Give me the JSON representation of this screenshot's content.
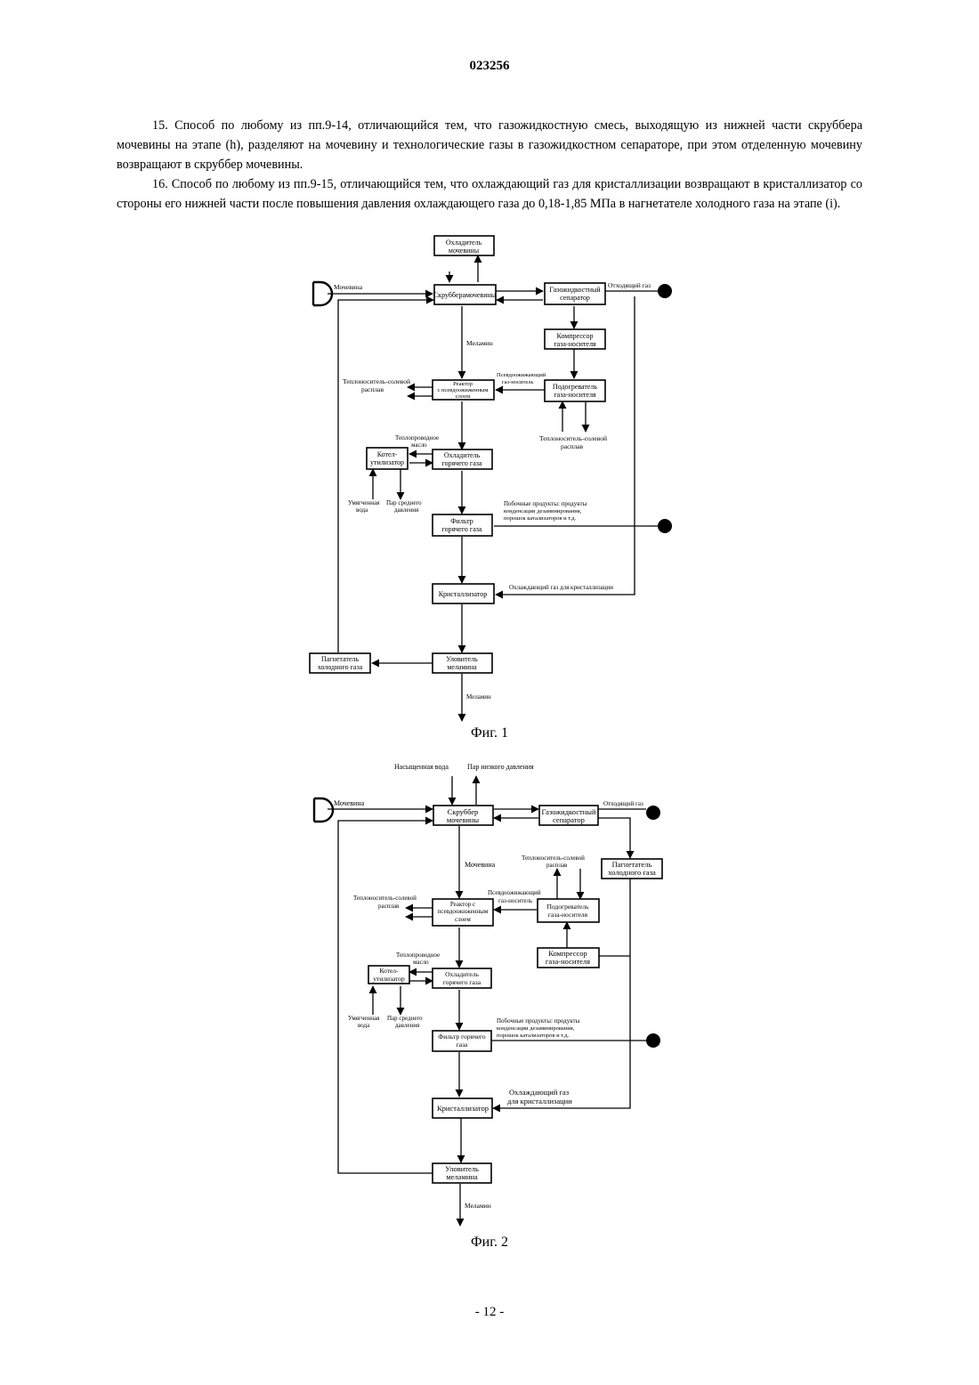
{
  "header": {
    "doc_number": "023256"
  },
  "claims": [
    "15. Способ по любому из пп.9-14, отличающийся тем, что газожидкостную смесь, выходящую из нижней части скруббера мочевины на этапе (h), разделяют на мочевину и технологические газы в газожидкостном сепараторе, при этом отделенную мочевину возвращают в скруббер мочевины.",
    "16. Способ по любому из пп.9-15, отличающийся тем, что охлаждающий газ для кристаллизации возвращают в кристаллизатор со стороны его нижней части после повышения давления охлаждающего газа до 0,18-1,85 МПа в нагнетателе холодного газа на этапе (i)."
  ],
  "fig1": {
    "caption": "Фиг. 1",
    "boxes": {
      "urea_cooler": [
        "Охладитель",
        "мочевины"
      ],
      "urea_scrubber": [
        "Скрубберамочевины"
      ],
      "gas_liquid_separator": [
        "Газожидкостный",
        "сепаратор"
      ],
      "carrier_gas_compressor": [
        "Компрессор",
        "газа-носителя"
      ],
      "reactor": [
        "Реактор",
        "с псевдоожиженным",
        "слоем"
      ],
      "carrier_gas_heater": [
        "Подогреватель",
        "газа-носителя"
      ],
      "waste_heat_boiler": [
        "Котел-",
        "утилизатор"
      ],
      "hot_gas_cooler": [
        "Охладитель",
        "горячего газа"
      ],
      "hot_gas_filter": [
        "Фильтр",
        "горячего газа"
      ],
      "crystallizer": [
        "Кристаллизатор"
      ],
      "melamine_catcher": [
        "Уловитель",
        "меламина"
      ],
      "cold_gas_blower": [
        "Пагнетатель",
        "холодного газа"
      ]
    },
    "labels": {
      "urea_in": "Мочевина",
      "off_gas": "Отходящий газ",
      "melamine_flow": "Меламин",
      "fluidizing_gas": [
        "Псевдоожижающий",
        "газ-носитель"
      ],
      "salt_melt_left": [
        "Теплоноситель-солевой",
        "расплав"
      ],
      "salt_melt_right": [
        "Теплоноситель-солевой",
        "расплав"
      ],
      "heat_transfer_oil": [
        "Теплопроводное",
        "масло"
      ],
      "softened_water": [
        "Умягченная",
        "вода"
      ],
      "medium_pressure_steam": [
        "Пар среднего",
        "давления"
      ],
      "byproducts": [
        "Побочные продукты: продукты",
        "конденсации дезаминирования,",
        "порошок катализаторов и т.д."
      ],
      "cooling_gas": "Охлаждающий газ для кристаллизации",
      "melamine_out": "Меламин"
    }
  },
  "fig2": {
    "caption": "Фиг. 2",
    "boxes": {
      "urea_scrubber": [
        "Скруббер",
        "мочевины"
      ],
      "gas_liquid_separator": [
        "Газожидкостный",
        "сепаратор"
      ],
      "cold_gas_blower": [
        "Пагнетатель",
        "холодного газа"
      ],
      "reactor": [
        "Реактор с",
        "псевдоожиженным",
        "слоем"
      ],
      "carrier_gas_heater": [
        "Подогреватель",
        "газа-носителя"
      ],
      "carrier_gas_compressor": [
        "Компрессор",
        "газа-носителя"
      ],
      "waste_heat_boiler": [
        "Котел-",
        "утилизатор"
      ],
      "hot_gas_cooler": [
        "Охладитель",
        "горячего газа"
      ],
      "hot_gas_filter": [
        "Фильтр горячего",
        "газа"
      ],
      "crystallizer": [
        "Кристаллизатор"
      ],
      "melamine_catcher": [
        "Уловитель",
        "меламина"
      ]
    },
    "labels": {
      "saturated_water": "Насыщенная вода",
      "low_pressure_steam": "Пар низкого давления",
      "urea_in": "Мочевина",
      "off_gas": "Отходящий газ",
      "urea_flow": "Мочевина",
      "salt_melt_top": [
        "Теплоноситель-солевой",
        "расплав"
      ],
      "salt_melt_left": [
        "Теплоноситель-солевой",
        "расплав"
      ],
      "fluidizing_gas": [
        "Псевдоожижающий",
        "газ-носитель"
      ],
      "heat_transfer_oil": [
        "Теплопроводное",
        "масло"
      ],
      "softened_water": [
        "Умягченная",
        "вода"
      ],
      "medium_pressure_steam": [
        "Пар среднего",
        "давления"
      ],
      "byproducts": [
        "Побочные продукты: продукты",
        "конденсации дезаминирования,",
        "порошок катализаторов и т.д."
      ],
      "cooling_gas": [
        "Охлаждающий газ",
        "для кристаллизации"
      ],
      "melamine_out": "Меламин"
    }
  },
  "page_number": "- 12 -"
}
